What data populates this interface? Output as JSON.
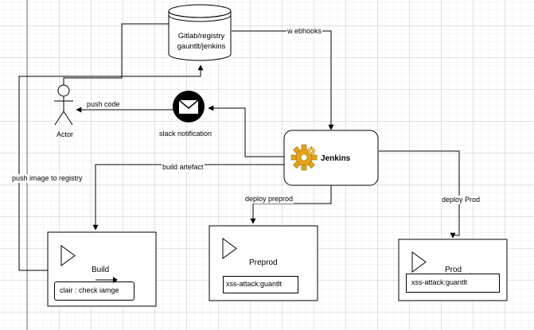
{
  "nodes": {
    "registry": {
      "line1": "Gitlab/registry",
      "line2": "gauntlt/jenkins"
    },
    "actor": {
      "label": "Actor"
    },
    "slack": {
      "label": "slack notification"
    },
    "jenkins": {
      "label": "Jenkins"
    },
    "build": {
      "title": "Build",
      "inner": "clair : check iamge"
    },
    "preprod": {
      "title": "Preprod",
      "inner": "xss-attack:guantlt"
    },
    "prod": {
      "title": "Prod",
      "inner": "xss-attack:guantlt"
    }
  },
  "edges": {
    "webhooks": "w ebhooks",
    "push_code": "push code",
    "push_image": "push image to registry",
    "build_artefact": "build artefact",
    "deploy_preprod": "deploy preprod",
    "deploy_prod": "deploy Prod"
  },
  "colors": {
    "jenkins_gear": "#e8a317",
    "line": "#000000"
  }
}
